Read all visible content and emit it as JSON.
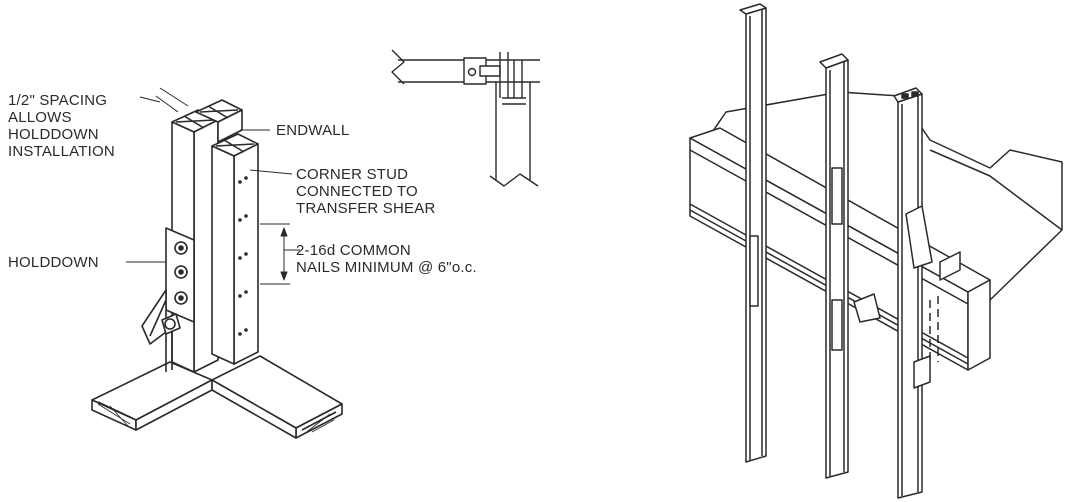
{
  "left_detail": {
    "labels": {
      "spacing": "1/2\" SPACING\nALLOWS\nHOLDDOWN\nINSTALLATION",
      "endwall": "ENDWALL",
      "corner_stud": "CORNER STUD\nCONNECTED TO\nTRANSFER SHEAR",
      "nails": "2-16d COMMON\nNAILS MINIMUM @ 6\"o.c.",
      "holddown": "HOLDDOWN"
    }
  },
  "colors": {
    "ink": "#2a2a2a",
    "paper": "#ffffff"
  }
}
